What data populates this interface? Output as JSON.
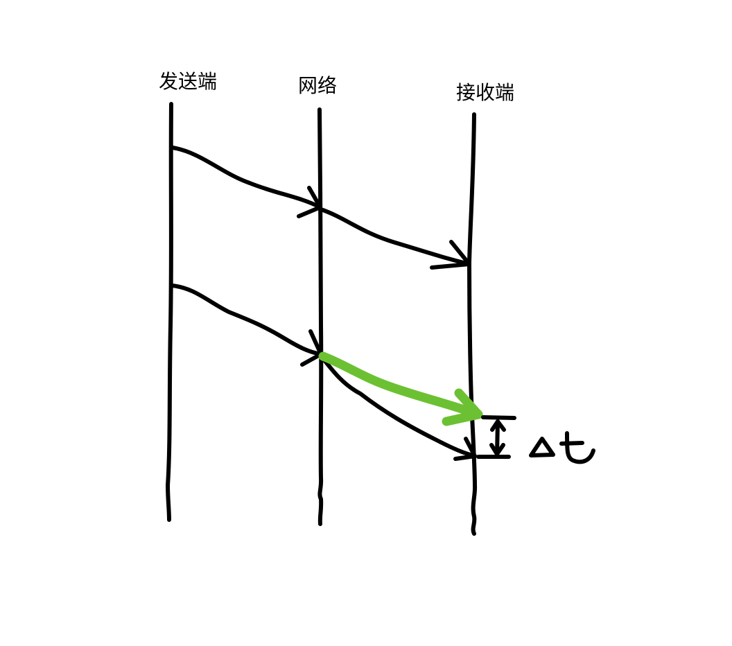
{
  "lanes": [
    {
      "label": "发送端"
    },
    {
      "label": "网络"
    },
    {
      "label": "接收端"
    }
  ],
  "annotation": {
    "delta_symbol": "Δt"
  },
  "colors": {
    "ink": "#000000",
    "highlight": "#6cc133",
    "background": "#ffffff"
  }
}
